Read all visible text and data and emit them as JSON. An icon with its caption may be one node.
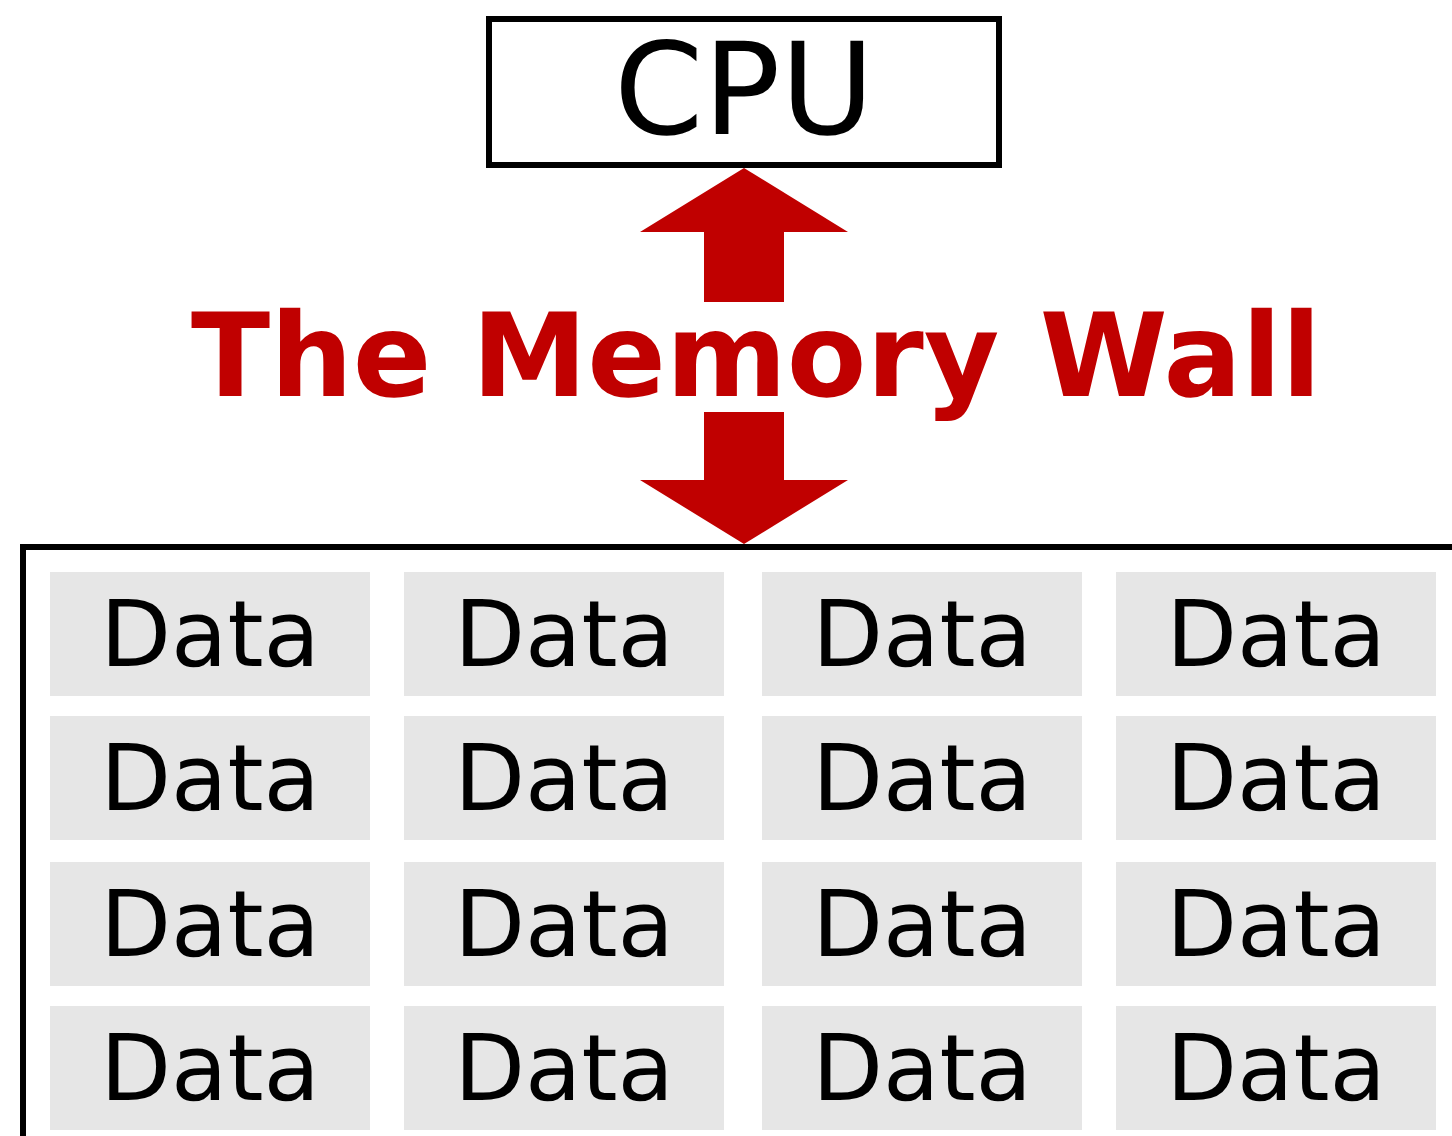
{
  "diagram": {
    "nodes": [
      {
        "text": [
          "CPU"
        ]
      },
      {
        "text": [],
        "shape": "box"
      },
      {
        "text": [
          "Data"
        ],
        "in": 1
      },
      {
        "text": [
          "Data"
        ],
        "in": 1
      },
      {
        "text": [
          "Data"
        ],
        "in": 1
      },
      {
        "text": [
          "Data"
        ],
        "in": 1
      },
      {
        "text": [
          "Data"
        ],
        "in": 1
      },
      {
        "text": [
          "Data"
        ],
        "in": 1
      },
      {
        "text": [
          "Data"
        ],
        "in": 1
      },
      {
        "text": [
          "Data"
        ],
        "in": 1
      },
      {
        "text": [
          "Data"
        ],
        "in": 1
      },
      {
        "text": [
          "Data"
        ],
        "in": 1
      },
      {
        "text": [
          "Data"
        ],
        "in": 1
      },
      {
        "text": [
          "Data"
        ],
        "in": 1
      },
      {
        "text": [
          "Data"
        ],
        "in": 1
      },
      {
        "text": [
          "Data"
        ],
        "in": 1
      },
      {
        "text": [
          "Data"
        ],
        "in": 1
      },
      {
        "text": [
          "Data"
        ],
        "in": 1
      }
    ],
    "edges": [
      {
        "from": 0,
        "to": 1,
        "arrow": "both",
        "label": "The Memory Wall",
        "color": "#c00000"
      }
    ]
  }
}
